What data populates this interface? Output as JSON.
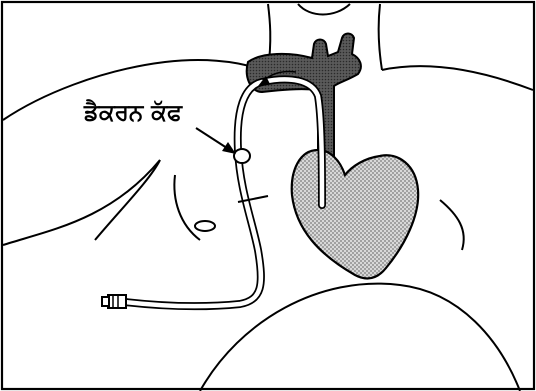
{
  "diagram": {
    "callout_label": "ਡੈਕਰਨ ਕੱਫ",
    "icons": {
      "torso": "torso-outline",
      "heart": "heart-illustration",
      "catheter": "catheter-line",
      "cuff": "dacron-cuff-marker",
      "connector": "catheter-connector"
    },
    "colors": {
      "line": "#000000",
      "heart_fill": "#9a9a9a",
      "vessel_fill": "#6f6f6f",
      "background": "#ffffff"
    }
  }
}
